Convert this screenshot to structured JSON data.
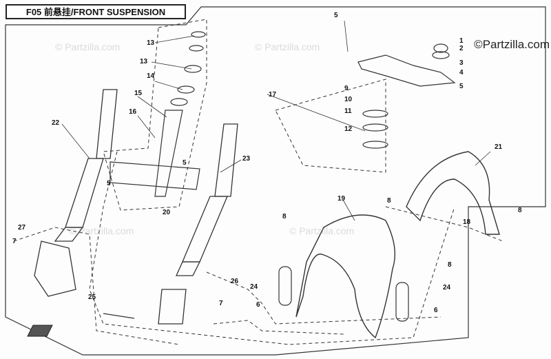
{
  "title": "F05 前悬挂/FRONT SUSPENSION",
  "watermark": "© Partzilla.com",
  "brand": "©Partzilla.com",
  "callouts": [
    "1",
    "2",
    "3",
    "4",
    "4",
    "5",
    "5",
    "5",
    "5",
    "6",
    "6",
    "7",
    "7",
    "8",
    "8",
    "8",
    "8",
    "9",
    "10",
    "11",
    "12",
    "13",
    "13",
    "14",
    "15",
    "16",
    "17",
    "18",
    "19",
    "20",
    "21",
    "22",
    "23",
    "24",
    "24",
    "25",
    "26",
    "27"
  ],
  "colors": {
    "line": "#222222",
    "frame": "#333333",
    "watermark": "#c8c8c8"
  }
}
